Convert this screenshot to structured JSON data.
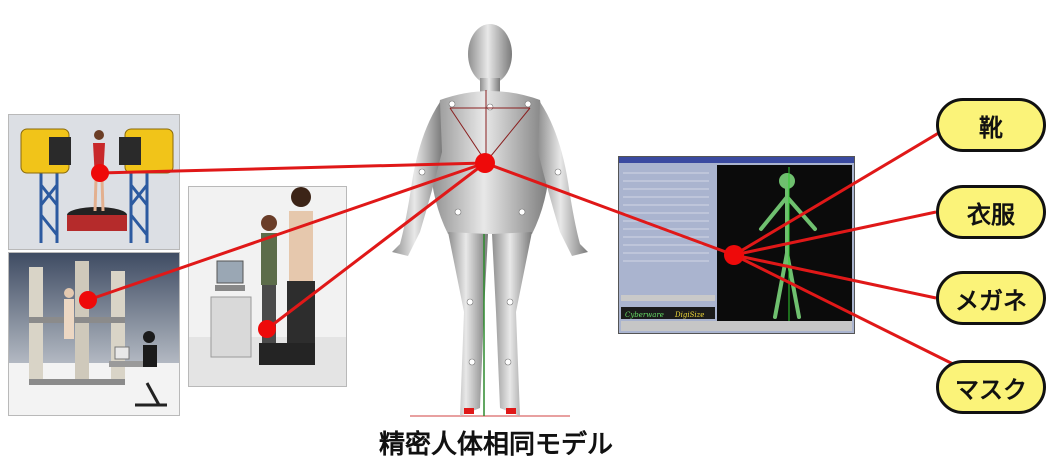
{
  "caption": "精密人体相同モデル",
  "products": [
    {
      "label": "靴"
    },
    {
      "label": "衣服"
    },
    {
      "label": "メガネ"
    },
    {
      "label": "マスク"
    }
  ],
  "software_logos": {
    "left": "Cyberware",
    "right": "DigiSize"
  },
  "colors": {
    "connector": "#e01818",
    "node": "#ee0a0a",
    "pill_fill": "#fbf379",
    "pill_border": "#111111"
  }
}
